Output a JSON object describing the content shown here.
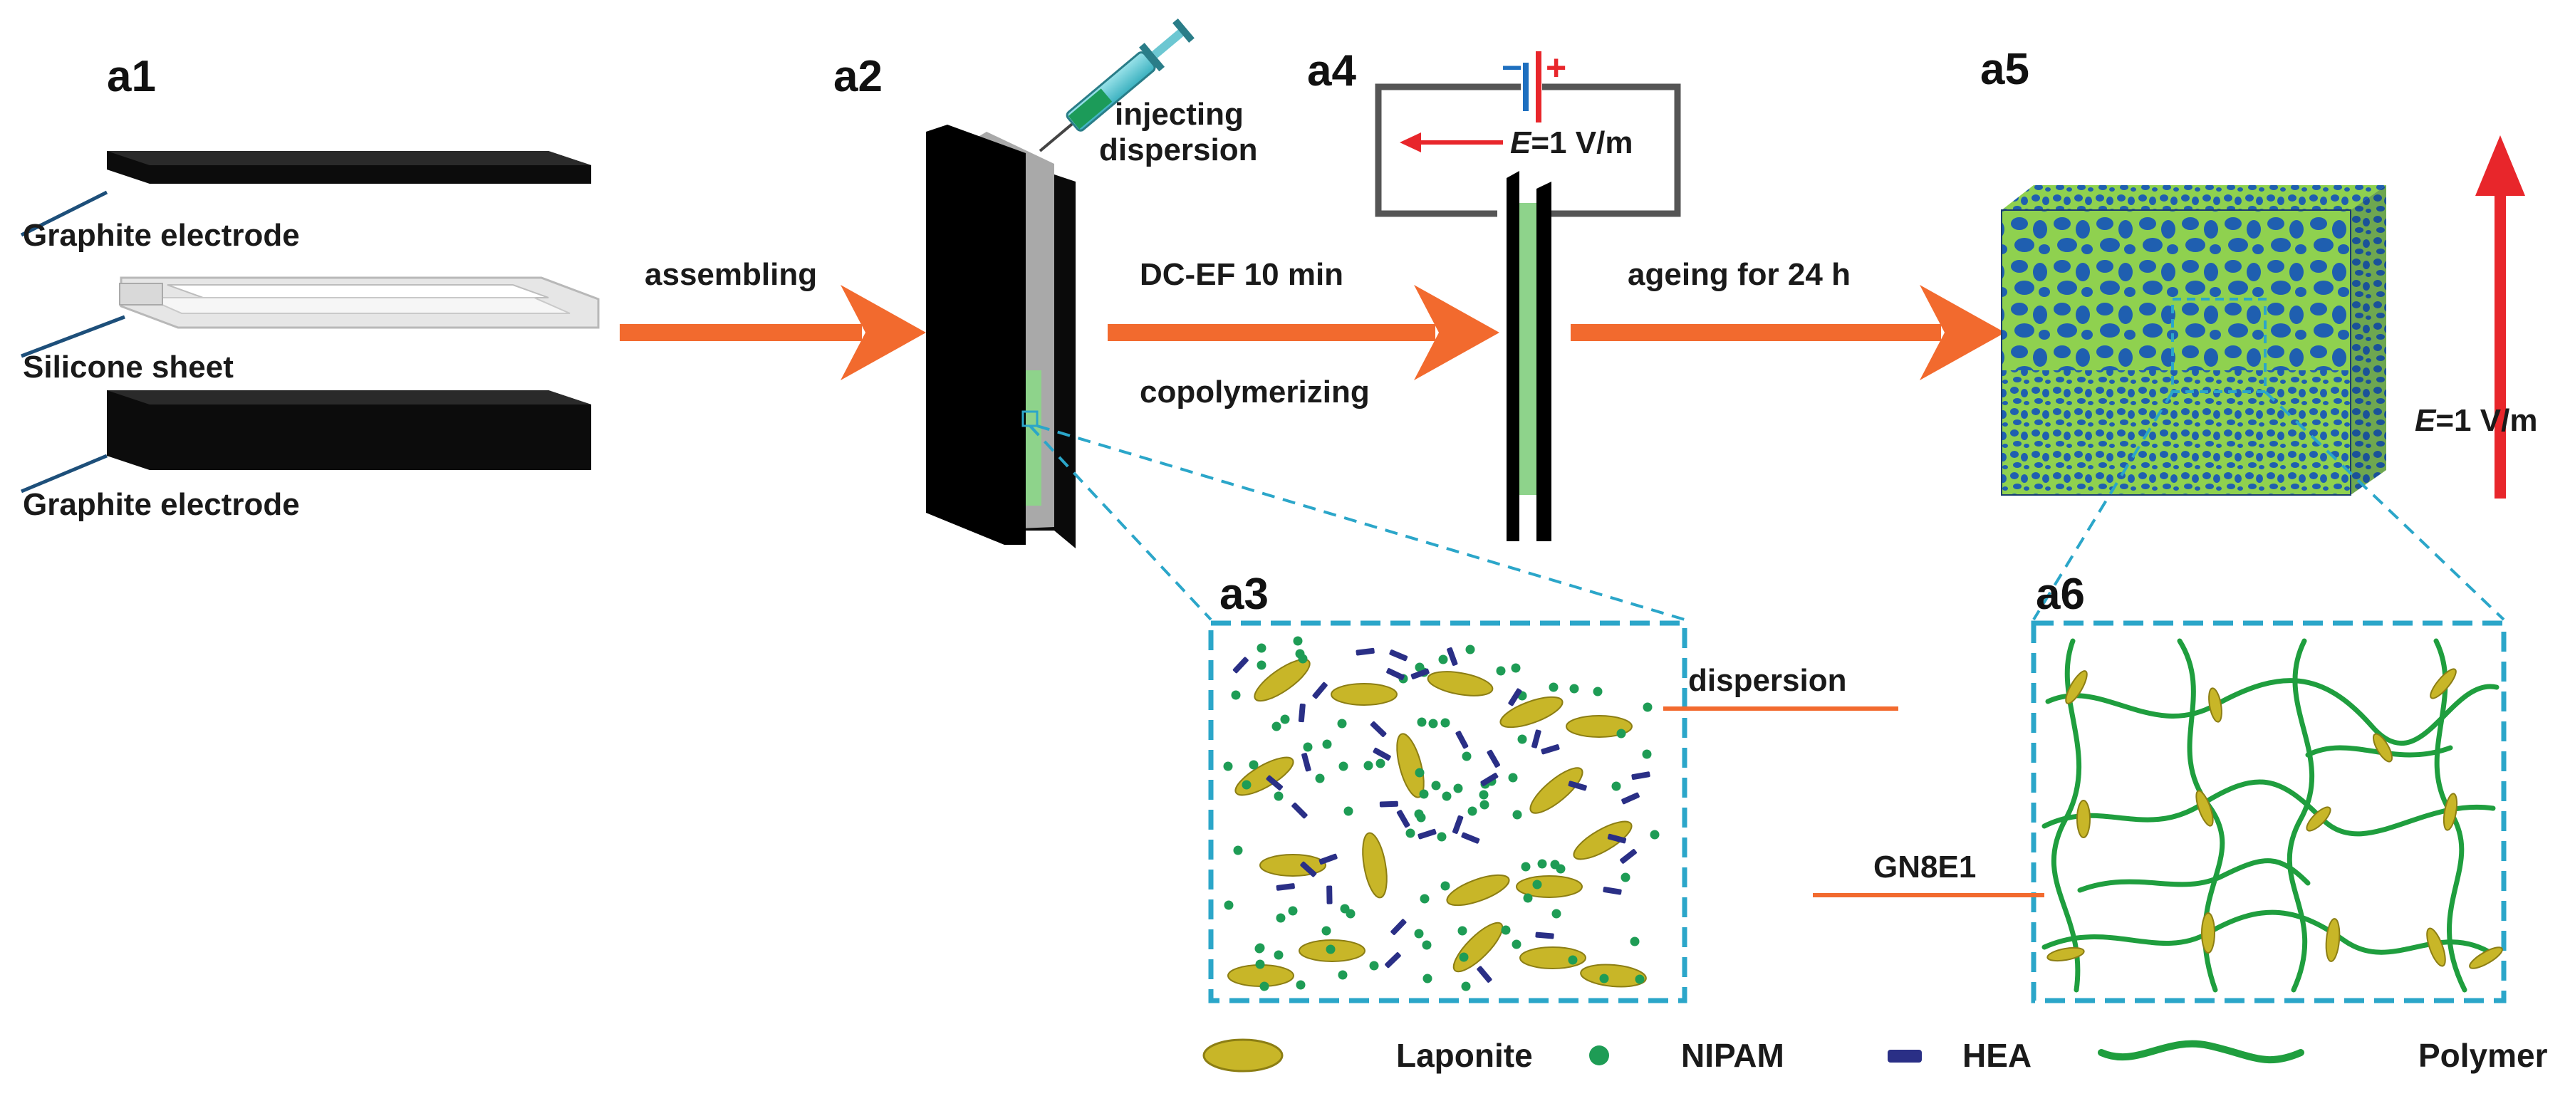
{
  "panels": {
    "a1": "a1",
    "a2": "a2",
    "a3": "a3",
    "a4": "a4",
    "a5": "a5",
    "a6": "a6"
  },
  "a1": {
    "electrode_top": "Graphite electrode",
    "silicone": "Silicone sheet",
    "electrode_bottom": "Graphite electrode"
  },
  "a2": {
    "injecting_line1": "injecting",
    "injecting_line2": "dispersion"
  },
  "a4": {
    "field_italic": "E",
    "field_value": "=1 V/m",
    "minus": "−",
    "plus": "+"
  },
  "a5": {
    "field_italic": "E",
    "field_value": "=1 V/m"
  },
  "steps": {
    "assembling": "assembling",
    "dcef": "DC-EF 10 min",
    "copolymerizing": "copolymerizing",
    "ageing": "ageing for 24 h"
  },
  "labels": {
    "dispersion": "dispersion",
    "gn8e1": "GN8E1"
  },
  "legend": {
    "laponite": "Laponite",
    "nipam": "NIPAM",
    "hea": "HEA",
    "polymer": "Polymer"
  },
  "colors": {
    "arrow": "#F26A2E",
    "laponite": "#C8B628",
    "nipam": "#1E9C55",
    "hea": "#2A2F86",
    "polymer": "#1F9E3E",
    "dashed_box": "#2BA6C9",
    "field_arrow": "#E8262B",
    "gel_blue": "#1F5FB0",
    "gel_green": "#8FD14F"
  }
}
